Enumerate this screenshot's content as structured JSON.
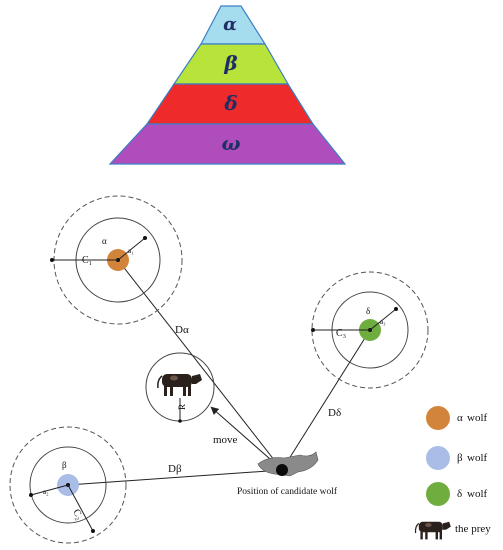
{
  "hierarchy": {
    "levels": [
      {
        "symbol": "α",
        "color": "#a5dcee"
      },
      {
        "symbol": "β",
        "color": "#b7e33a"
      },
      {
        "symbol": "δ",
        "color": "#ee2a2a"
      },
      {
        "symbol": "ω",
        "color": "#b04dbd"
      }
    ],
    "outline_color": "#3a7fc4"
  },
  "wolves": {
    "alpha": {
      "greek": "α",
      "a_label": "a₁",
      "c_label": "C₁",
      "color": "#d2843a"
    },
    "beta": {
      "greek": "β",
      "a_label": "a₂",
      "c_label": "C₂",
      "color": "#a9bde6"
    },
    "delta": {
      "greek": "δ",
      "a_label": "a₃",
      "c_label": "C₃",
      "color": "#6fad3f"
    }
  },
  "distances": {
    "alpha": "Dα",
    "beta": "Dβ",
    "delta": "Dδ"
  },
  "prey_radius_label": "R",
  "move_label": "move",
  "candidate_label": "Position of candidate wolf",
  "legend": [
    {
      "color": "#d2843a",
      "greek": "α",
      "text": "wolf"
    },
    {
      "color": "#a9bde6",
      "greek": "β",
      "text": "wolf"
    },
    {
      "color": "#6fad3f",
      "greek": "δ",
      "text": "wolf"
    },
    {
      "icon": "cow-icon",
      "text": "the prey"
    }
  ]
}
